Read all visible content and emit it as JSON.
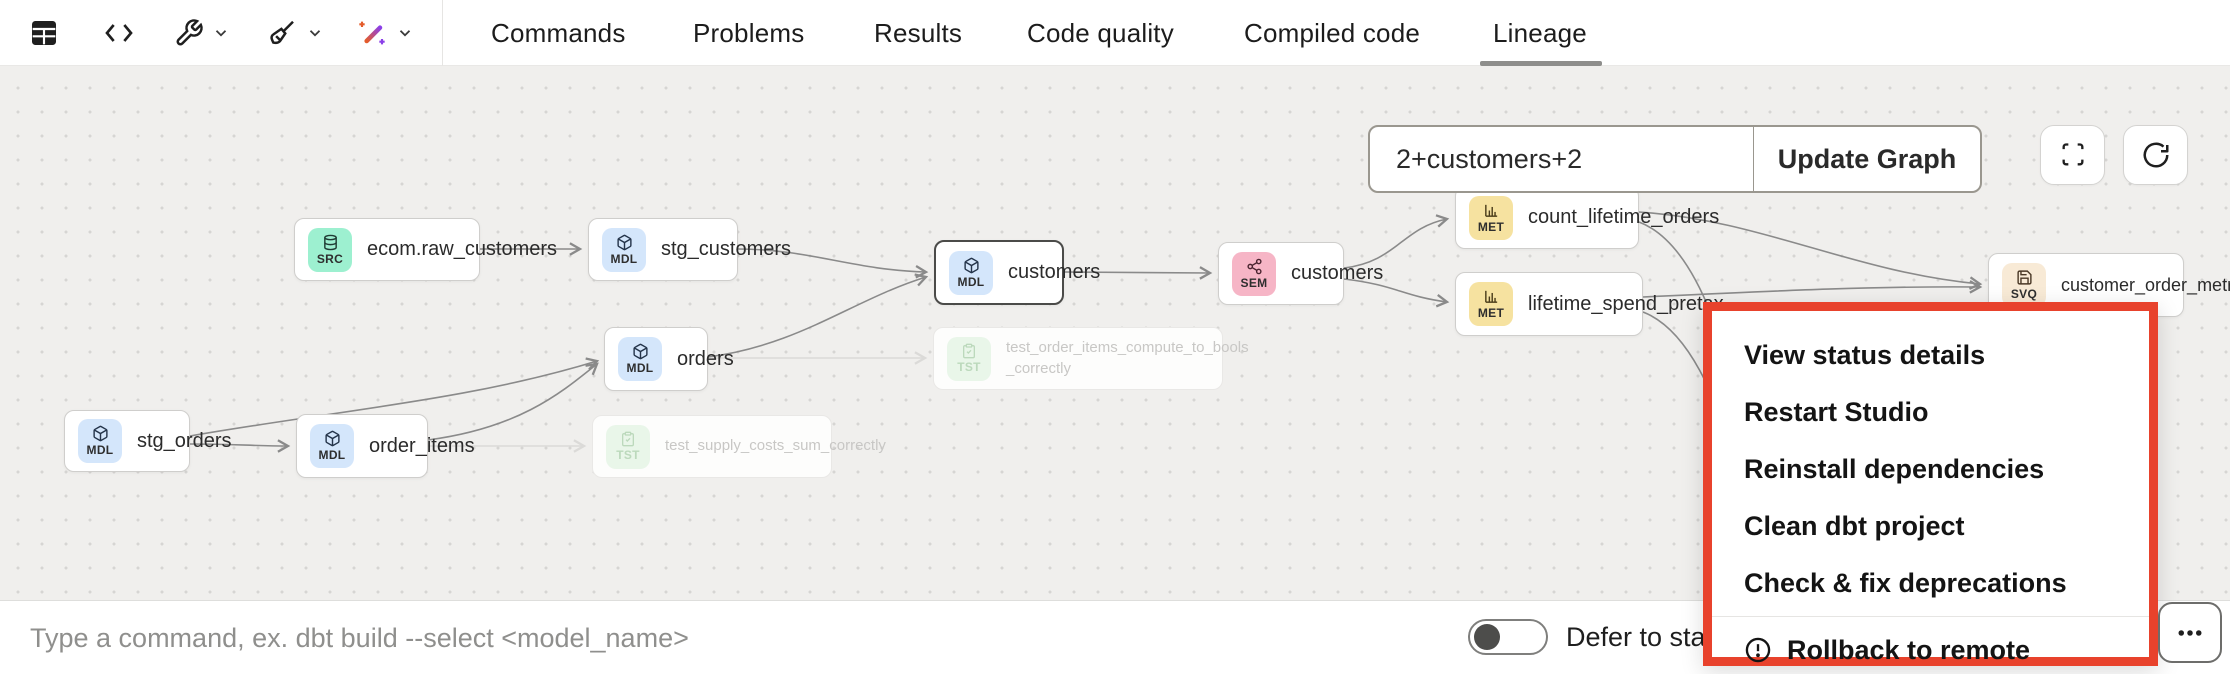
{
  "toolbar": {
    "icons": [
      "table-icon",
      "code-icon",
      "wrench-icon",
      "broom-icon",
      "wand-icon"
    ],
    "tabs": [
      "Commands",
      "Problems",
      "Results",
      "Code quality",
      "Compiled code",
      "Lineage"
    ],
    "active_tab": "Lineage"
  },
  "graph": {
    "controls": {
      "selector_value": "2+customers+2",
      "update_button": "Update Graph"
    },
    "nodes": [
      {
        "label": "ecom.raw_customers",
        "badge": "SRC",
        "icon": "database-icon"
      },
      {
        "label": "stg_customers",
        "badge": "MDL",
        "icon": "cube-icon"
      },
      {
        "label": "customers",
        "badge": "MDL",
        "icon": "cube-icon",
        "selected": true
      },
      {
        "label": "customers",
        "badge": "SEM",
        "icon": "semantic-graph-icon"
      },
      {
        "label": "count_lifetime_orders",
        "badge": "MET",
        "icon": "bar-chart-icon"
      },
      {
        "label": "lifetime_spend_pretax",
        "badge": "MET",
        "icon": "bar-chart-icon"
      },
      {
        "label": "customer_order_metrics",
        "badge": "SVQ",
        "icon": "save-icon"
      },
      {
        "label": "orders",
        "badge": "MDL",
        "icon": "cube-icon"
      },
      {
        "label": "order_items",
        "badge": "MDL",
        "icon": "cube-icon"
      },
      {
        "label": "stg_orders",
        "badge": "MDL",
        "icon": "cube-icon"
      },
      {
        "label": "test_order_items_compute_to_bools _correctly",
        "badge": "TST",
        "icon": "clipboard-check-icon",
        "faded": true
      },
      {
        "label": "test_supply_costs_sum_correctly",
        "badge": "TST",
        "icon": "clipboard-check-icon",
        "faded": true
      }
    ]
  },
  "menu": {
    "items": [
      "View status details",
      "Restart Studio",
      "Reinstall dependencies",
      "Clean dbt project",
      "Check & fix deprecations"
    ],
    "danger_item": "Rollback to remote",
    "danger_icon": "alert-circle-icon"
  },
  "command_bar": {
    "placeholder": "Type a command, ex. dbt build --select <model_name>",
    "defer_label": "Defer to sta",
    "more_button_icon": "ellipsis-icon"
  },
  "colors": {
    "menu_highlight": "#e8422c",
    "badge_src": "#9df0d0",
    "badge_mdl": "#d4e6fb",
    "badge_sem": "#f6b5c6",
    "badge_met": "#f6e2a0",
    "badge_svq": "#f8ead6",
    "badge_tst": "#e9f6e9",
    "active_tab_underline": "#8e8e8c"
  }
}
